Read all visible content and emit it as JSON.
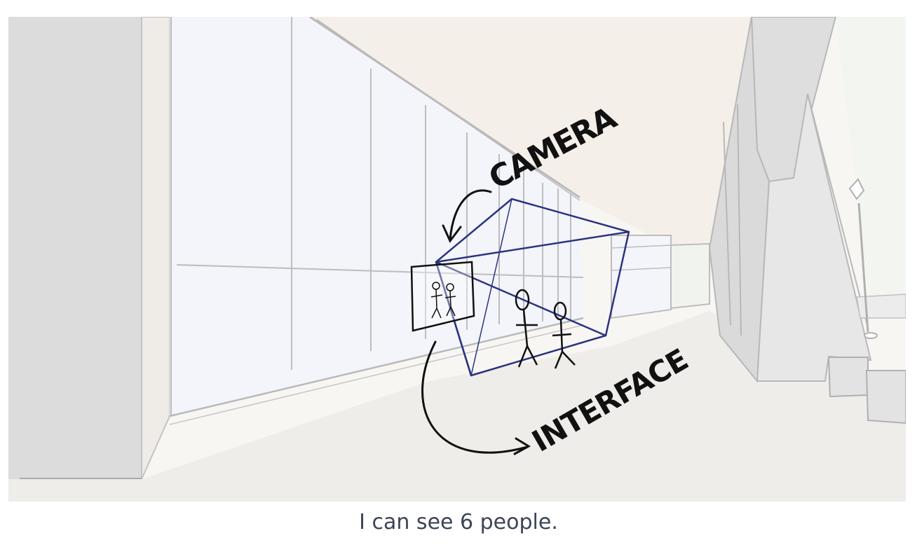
{
  "illustration": {
    "camera_label": "CAMERA",
    "interface_label": "INTERFACE",
    "colors": {
      "sky": "#f5efe9",
      "floor": "#efedea",
      "window_glass": "#f3f5fb",
      "frame_line": "#b9b9b9",
      "camera_frustum": "#2b3380",
      "ink": "#111111",
      "pillar": "#dcdcdc"
    },
    "icons": [
      "camera-frustum",
      "stick-figure",
      "curved-arrow",
      "street-lamp"
    ]
  },
  "caption": "I can see 6 people."
}
